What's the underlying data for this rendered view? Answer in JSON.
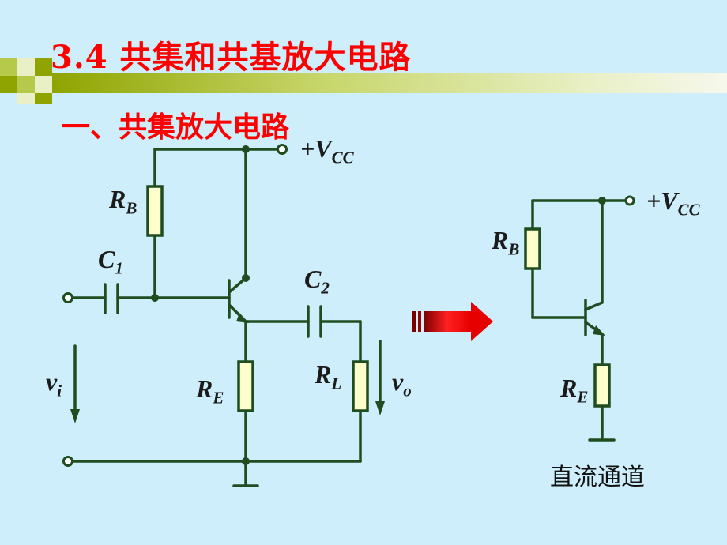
{
  "title": "3.4 共集和共基放大电路",
  "subtitle": "一、共集放大电路",
  "caption": "直流通道",
  "labels": {
    "vcc_main": {
      "pre": "+V",
      "sub": "CC"
    },
    "rb_main": {
      "pre": "R",
      "sub": "B"
    },
    "c1": {
      "pre": "C",
      "sub": "1"
    },
    "c2": {
      "pre": "C",
      "sub": "2"
    },
    "re_main": {
      "pre": "R",
      "sub": "E"
    },
    "rl": {
      "pre": "R",
      "sub": "L"
    },
    "vi": {
      "pre": "v",
      "sub": "i"
    },
    "vo": {
      "pre": "v",
      "sub": "o"
    },
    "vcc_dc": {
      "pre": "+V",
      "sub": "CC"
    },
    "rb_dc": {
      "pre": "R",
      "sub": "B"
    },
    "re_dc": {
      "pre": "R",
      "sub": "E"
    }
  },
  "colors": {
    "background": "#cdeefa",
    "title": "#ff0000",
    "wire": "#1f4d1f",
    "resistor_fill": "#ffffcc",
    "arrow": "#e60000"
  }
}
